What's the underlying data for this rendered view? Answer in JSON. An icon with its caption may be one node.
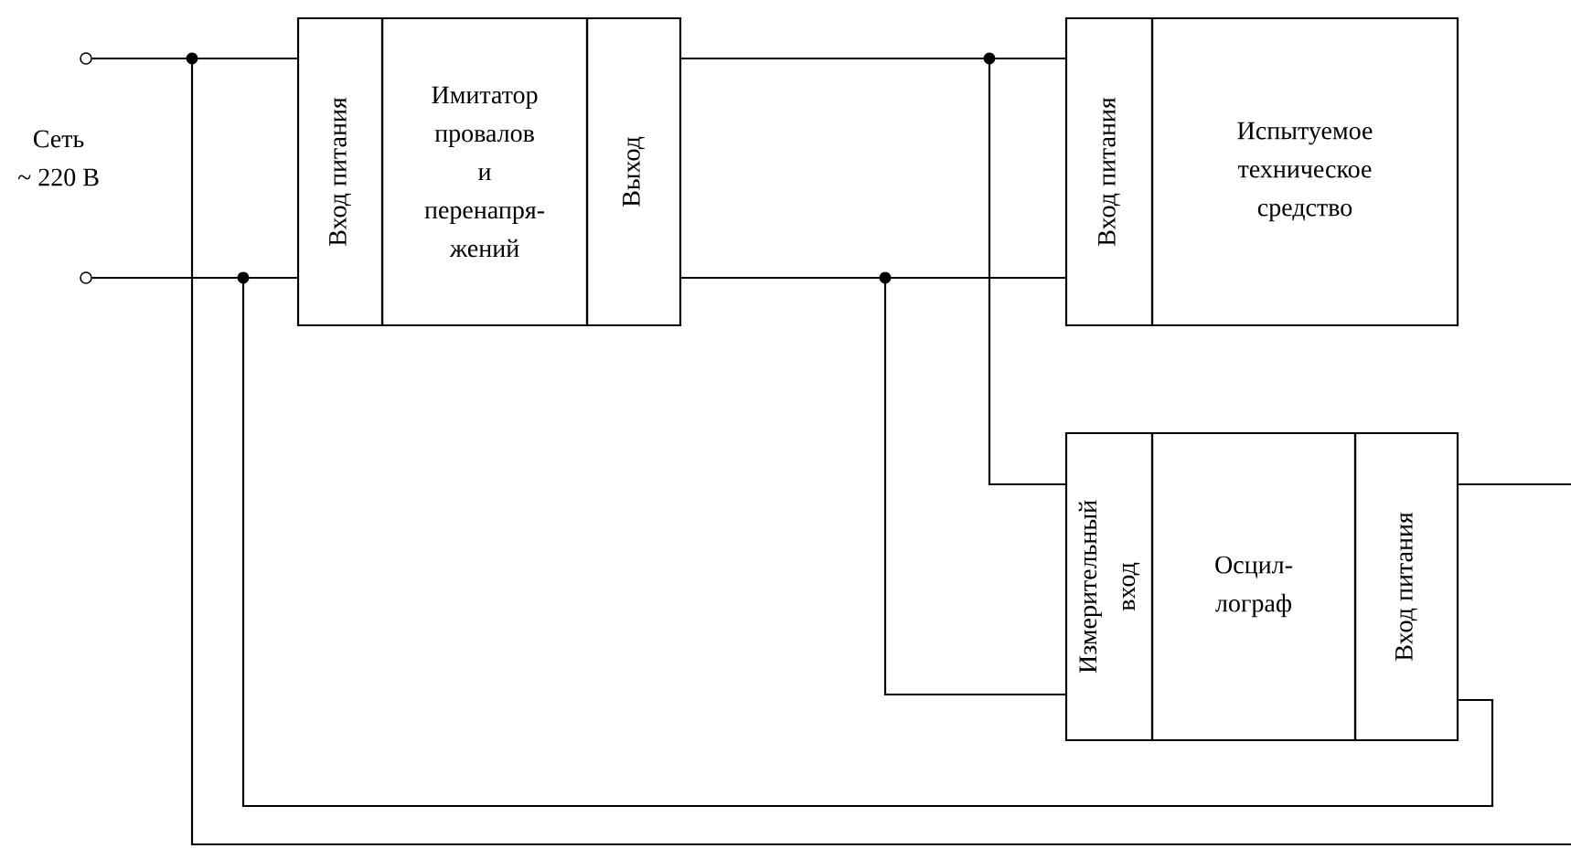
{
  "diagram": {
    "nodes": [
      {
        "text": [
          "Вход питания"
        ]
      },
      {
        "text": [
          "Имитатор провалов и перенапря- жений"
        ]
      },
      {
        "text": [
          "Выход"
        ]
      },
      {
        "text": [
          "Вход питания"
        ]
      },
      {
        "text": [
          "Испытуемое техническое средство"
        ]
      },
      {
        "text": [
          "Измерительный вход"
        ]
      },
      {
        "text": [
          "Осцил- лограф"
        ]
      },
      {
        "text": [
          "Вход питания"
        ]
      },
      {
        "text": [],
        "shape": "circle"
      },
      {
        "text": [],
        "shape": "circle"
      }
    ],
    "edges": [
      {
        "from": 8,
        "to": 0,
        "arrow": "none"
      },
      {
        "from": 9,
        "to": 0,
        "arrow": "none"
      },
      {
        "from": 8,
        "to": null,
        "arrow": "none"
      },
      {
        "from": 9,
        "to": 7,
        "arrow": "none"
      },
      {
        "from": 2,
        "to": 3,
        "arrow": "none"
      },
      {
        "from": 2,
        "to": 3,
        "arrow": "none"
      },
      {
        "from": 2,
        "to": 5,
        "arrow": "none"
      },
      {
        "from": 2,
        "to": 5,
        "arrow": "none"
      },
      {
        "from": 7,
        "to": null,
        "arrow": "none"
      }
    ],
    "labels": [
      "Сеть",
      "~ 220 В"
    ]
  }
}
